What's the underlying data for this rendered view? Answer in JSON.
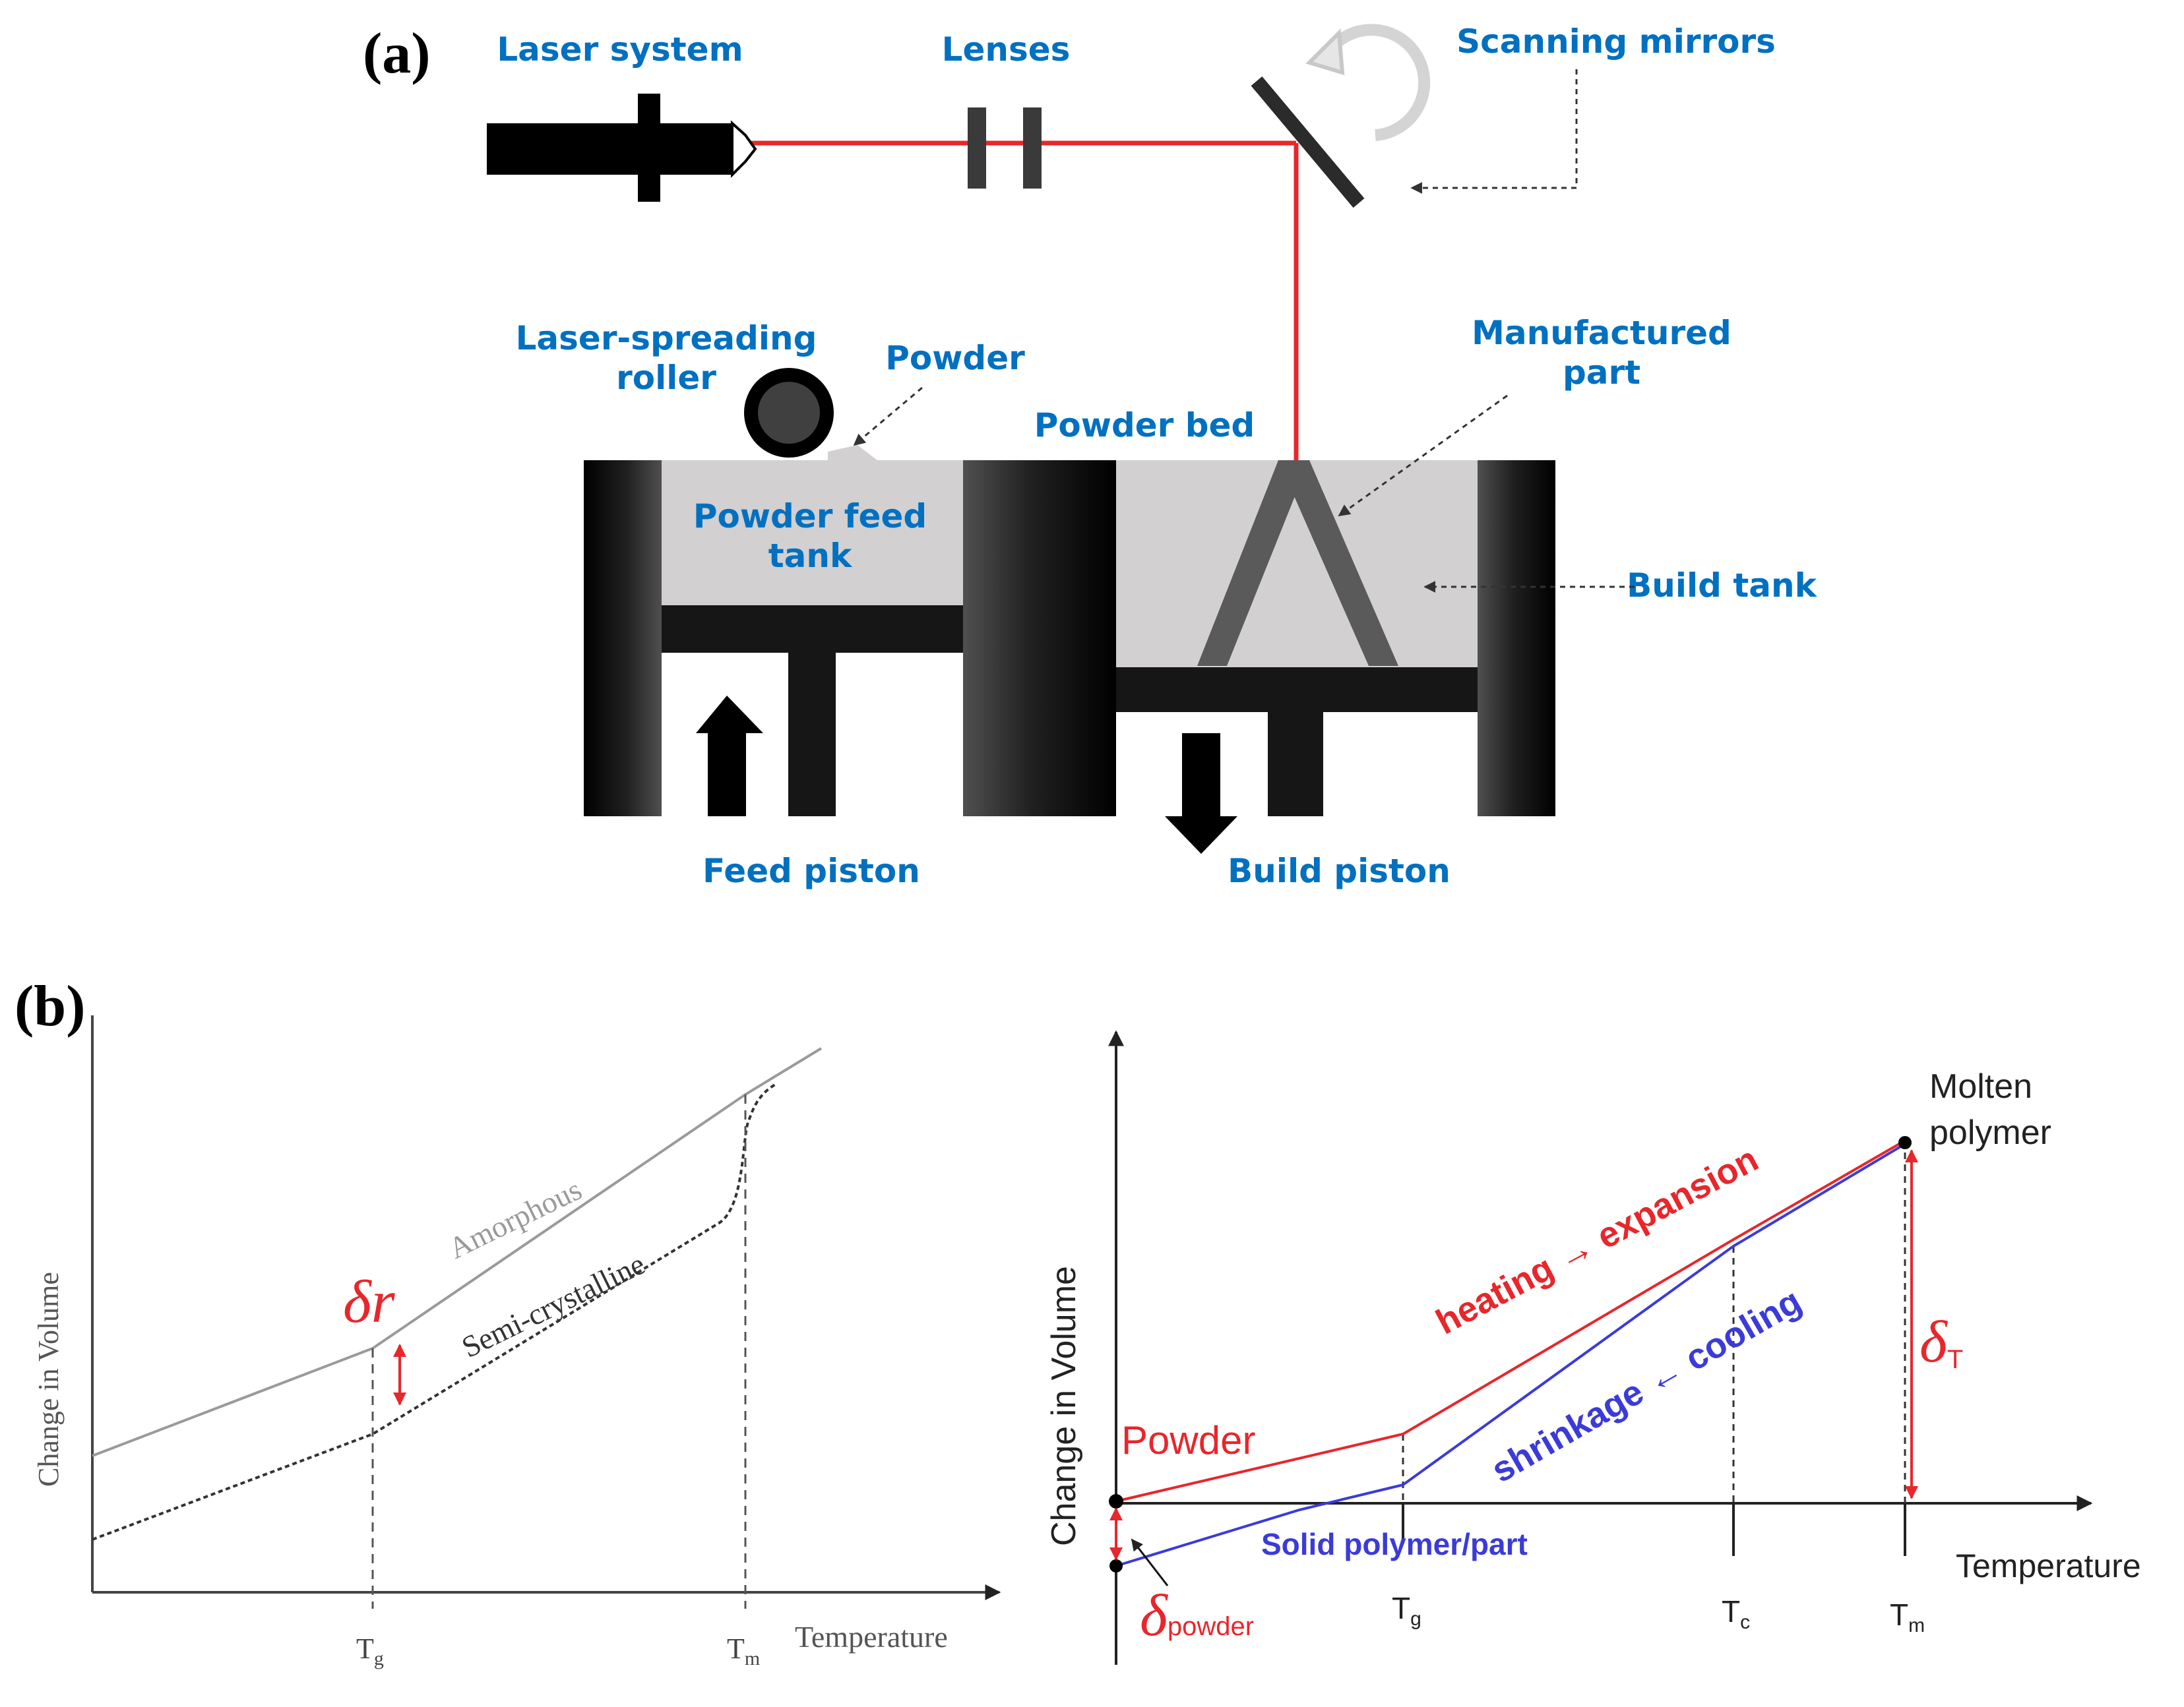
{
  "panel_a": {
    "label": "(a)",
    "laser_system": "Laser system",
    "lenses": "Lenses",
    "scanning_mirrors": "Scanning mirrors",
    "laser_roller_l1": "Laser-spreading",
    "laser_roller_l2": "roller",
    "powder": "Powder",
    "powder_bed": "Powder bed",
    "manufactured_l1": "Manufactured",
    "manufactured_l2": "part",
    "feed_tank_l1": "Powder feed",
    "feed_tank_l2": "tank",
    "build_tank": "Build tank",
    "feed_piston": "Feed piston",
    "build_piston": "Build piston",
    "colors": {
      "label": "#0070c0",
      "laser": "#e8262b",
      "powder": "#d2d0d0",
      "part": "#5a5a5a"
    }
  },
  "panel_b": {
    "label": "(b)",
    "left": {
      "ylabel": "Change in Volume",
      "xlabel": "Temperature",
      "tg": "T",
      "tg_sub": "g",
      "tm": "T",
      "tm_sub": "m",
      "amorphous": "Amorphous",
      "semicrystalline": "Semi-crystalline",
      "delta": "δr"
    },
    "right": {
      "ylabel": "Change in Volume",
      "xlabel": "Temperature",
      "tg": "T",
      "tg_sub": "g",
      "tc": "T",
      "tc_sub": "c",
      "tm": "T",
      "tm_sub": "m",
      "molten_l1": "Molten",
      "molten_l2": "polymer",
      "powder": "Powder",
      "heating": "heating → expansion",
      "shrinkage": "shrinkage ← cooling",
      "solid": "Solid polymer/part",
      "delta_t": "δ",
      "delta_t_sub": "T",
      "delta_powder": "δ",
      "delta_powder_sub": "powder"
    }
  }
}
